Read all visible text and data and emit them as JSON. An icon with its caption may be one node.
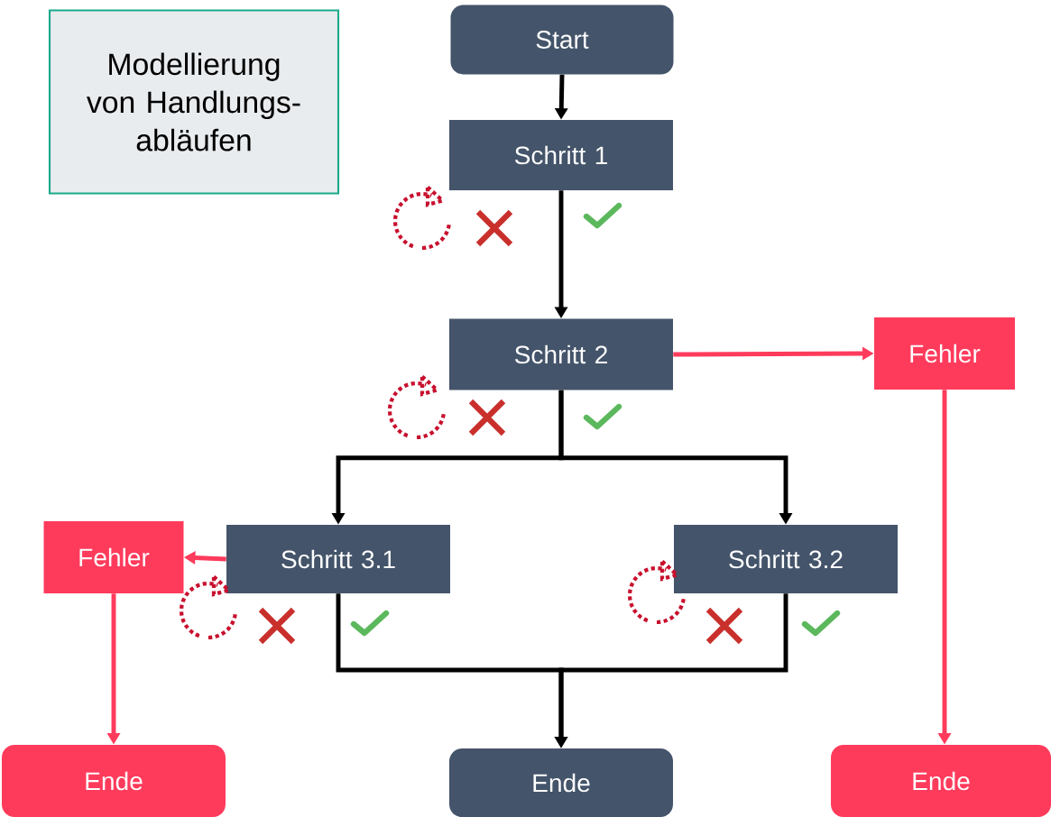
{
  "diagram": {
    "nodes": [
      {
        "text": [
          "Modellierung von Handlungs- abläufen"
        ]
      },
      {
        "text": [
          "Start"
        ]
      },
      {
        "text": [
          "Schritt 1"
        ]
      },
      {
        "text": [
          "Schritt 2"
        ]
      },
      {
        "text": [
          "Fehler"
        ]
      },
      {
        "text": [
          "Fehler"
        ]
      },
      {
        "text": [
          "Schritt 3.1"
        ]
      },
      {
        "text": [
          "Schritt 3.2"
        ]
      },
      {
        "text": [
          "Ende"
        ]
      },
      {
        "text": [
          "Ende"
        ]
      },
      {
        "text": [
          "Ende"
        ]
      }
    ],
    "edges": [
      {
        "from": 1,
        "to": 2,
        "arrow": "to"
      },
      {
        "from": 2,
        "to": 3,
        "arrow": "to"
      },
      {
        "from": 3,
        "to": 4,
        "arrow": "to",
        "color": "#ff3b5c"
      },
      {
        "from": 3,
        "to": 6,
        "arrow": "to"
      },
      {
        "from": 3,
        "to": 7,
        "arrow": "to"
      },
      {
        "from": 6,
        "to": 5,
        "arrow": "to",
        "color": "#ff3b5c"
      },
      {
        "from": 4,
        "to": 10,
        "arrow": "to",
        "color": "#ff3b5c"
      },
      {
        "from": 5,
        "to": 8,
        "arrow": "to",
        "color": "#ff3b5c"
      },
      {
        "from": 6,
        "to": 9,
        "arrow": "to"
      },
      {
        "from": 7,
        "to": 9,
        "arrow": "to"
      }
    ]
  }
}
